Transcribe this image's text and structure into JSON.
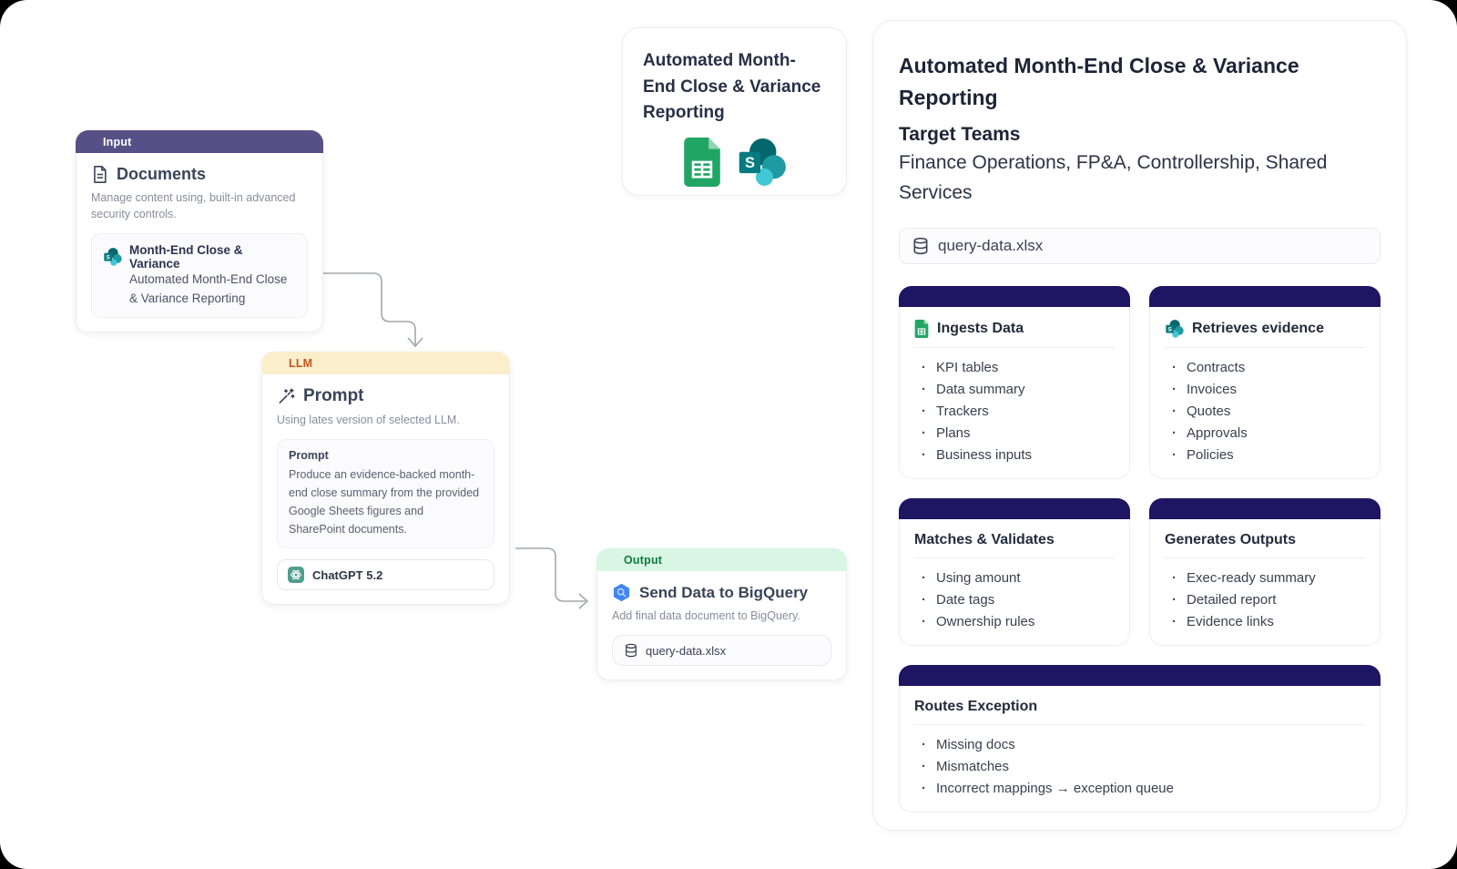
{
  "colors": {
    "input_header_bg": "#575086",
    "llm_header_bg": "#fbeecb",
    "llm_header_text": "#c2571c",
    "output_header_bg": "#d8f6e3",
    "output_header_text": "#0f7b41",
    "panel_card_header_bg": "#1e1563",
    "google_sheets_green": "#21a565",
    "sharepoint_teal": "#03676c",
    "bigquery_blue": "#4285f4"
  },
  "summary_card": {
    "title": "Automated Month-End Close & Variance Reporting"
  },
  "input_card": {
    "header": "Input",
    "title": "Documents",
    "description": "Manage content using, built-in advanced security controls.",
    "attachment": {
      "title": "Month-End Close & Variance",
      "subtitle": "Automated Month-End Close & Variance Reporting"
    }
  },
  "llm_card": {
    "header": "LLM",
    "title": "Prompt",
    "description": "Using lates version of selected LLM.",
    "prompt_label": "Prompt",
    "prompt_text": "Produce an evidence-backed month-end close summary from the provided Google Sheets figures and SharePoint documents.",
    "model": "ChatGPT 5.2"
  },
  "output_card": {
    "header": "Output",
    "title": "Send Data to BigQuery",
    "description": "Add final data document to BigQuery.",
    "file": "query-data.xlsx"
  },
  "panel": {
    "title": "Automated Month-End Close & Variance Reporting",
    "target_teams_label": "Target Teams",
    "target_teams": "Finance Operations, FP&A, Controllership, Shared Services",
    "file": "query-data.xlsx",
    "cards": [
      {
        "title": "Ingests Data",
        "icon": "google-sheets-icon",
        "items": [
          "KPI tables",
          "Data summary",
          "Trackers",
          "Plans",
          "Business inputs"
        ]
      },
      {
        "title": "Retrieves evidence",
        "icon": "sharepoint-icon",
        "items": [
          "Contracts",
          "Invoices",
          "Quotes",
          "Approvals",
          "Policies"
        ]
      },
      {
        "title": "Matches & Validates",
        "items": [
          "Using amount",
          "Date tags",
          "Ownership rules"
        ]
      },
      {
        "title": "Generates Outputs",
        "items": [
          "Exec-ready summary",
          "Detailed report",
          "Evidence links"
        ]
      },
      {
        "title": "Routes Exception",
        "items": [
          "Missing docs",
          "Mismatches",
          "Incorrect mappings → exception queue"
        ]
      }
    ]
  }
}
